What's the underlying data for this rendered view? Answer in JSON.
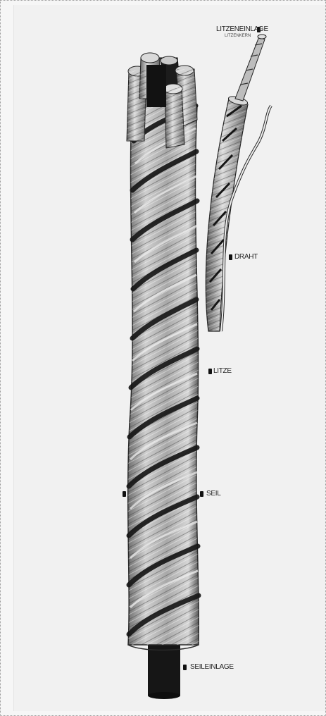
{
  "diagram": {
    "labels": {
      "litzeneinlage": "LITZENEINLAGE",
      "litzenkern": "LITZENKERN",
      "draht": "DRAHT",
      "litze": "LITZE",
      "seil": "SEIL",
      "seileinlage": "SEILEINLAGE"
    },
    "colors": {
      "background": "#f1f1f1",
      "ink": "#1a1a1a",
      "rope_light": "#d9d9d9",
      "rope_mid": "#8d8d8d",
      "rope_dark": "#2b2b2b"
    }
  }
}
